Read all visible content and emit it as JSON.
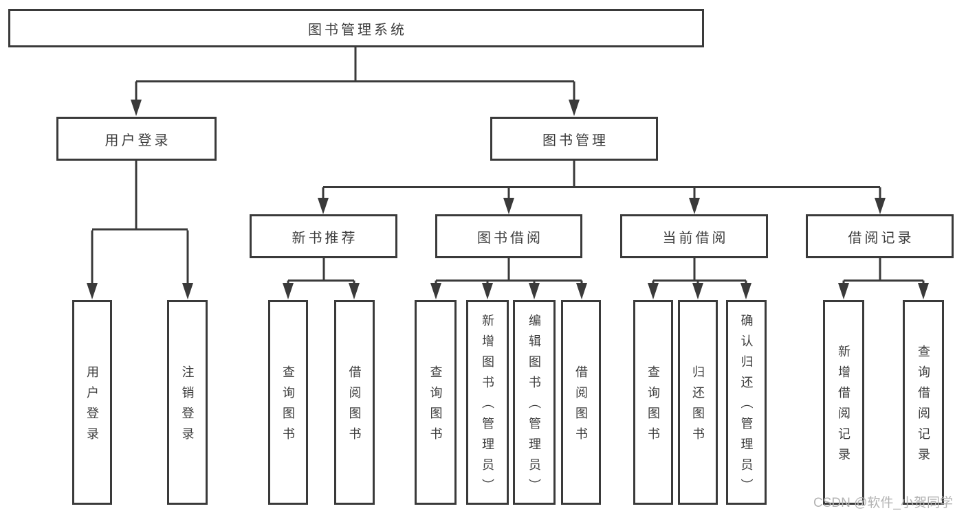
{
  "diagram": {
    "root": {
      "label": "图书管理系统"
    },
    "level2": [
      {
        "label": "用户登录"
      },
      {
        "label": "图书管理"
      }
    ],
    "user_login_children": [
      {
        "label": "用户登录"
      },
      {
        "label": "注销登录"
      }
    ],
    "level3": [
      {
        "label": "新书推荐"
      },
      {
        "label": "图书借阅"
      },
      {
        "label": "当前借阅"
      },
      {
        "label": "借阅记录"
      }
    ],
    "new_book_children": [
      {
        "label": "查询图书"
      },
      {
        "label": "借阅图书"
      }
    ],
    "book_borrow_children": [
      {
        "label": "查询图书"
      },
      {
        "label": "新增图书（管理员）"
      },
      {
        "label": "编辑图书（管理员）"
      },
      {
        "label": "借阅图书"
      }
    ],
    "current_borrow_children": [
      {
        "label": "查询图书"
      },
      {
        "label": "归还图书"
      },
      {
        "label": "确认归还（管理员）"
      }
    ],
    "borrow_record_children": [
      {
        "label": "新增借阅记录"
      },
      {
        "label": "查询借阅记录"
      }
    ],
    "watermark": "CSDN @软件_小贺同学",
    "colors": {
      "line": "#3a3a3a",
      "box_background": "#ffffff",
      "text": "#3d3d3d",
      "watermark": "#b3b3b3"
    }
  }
}
